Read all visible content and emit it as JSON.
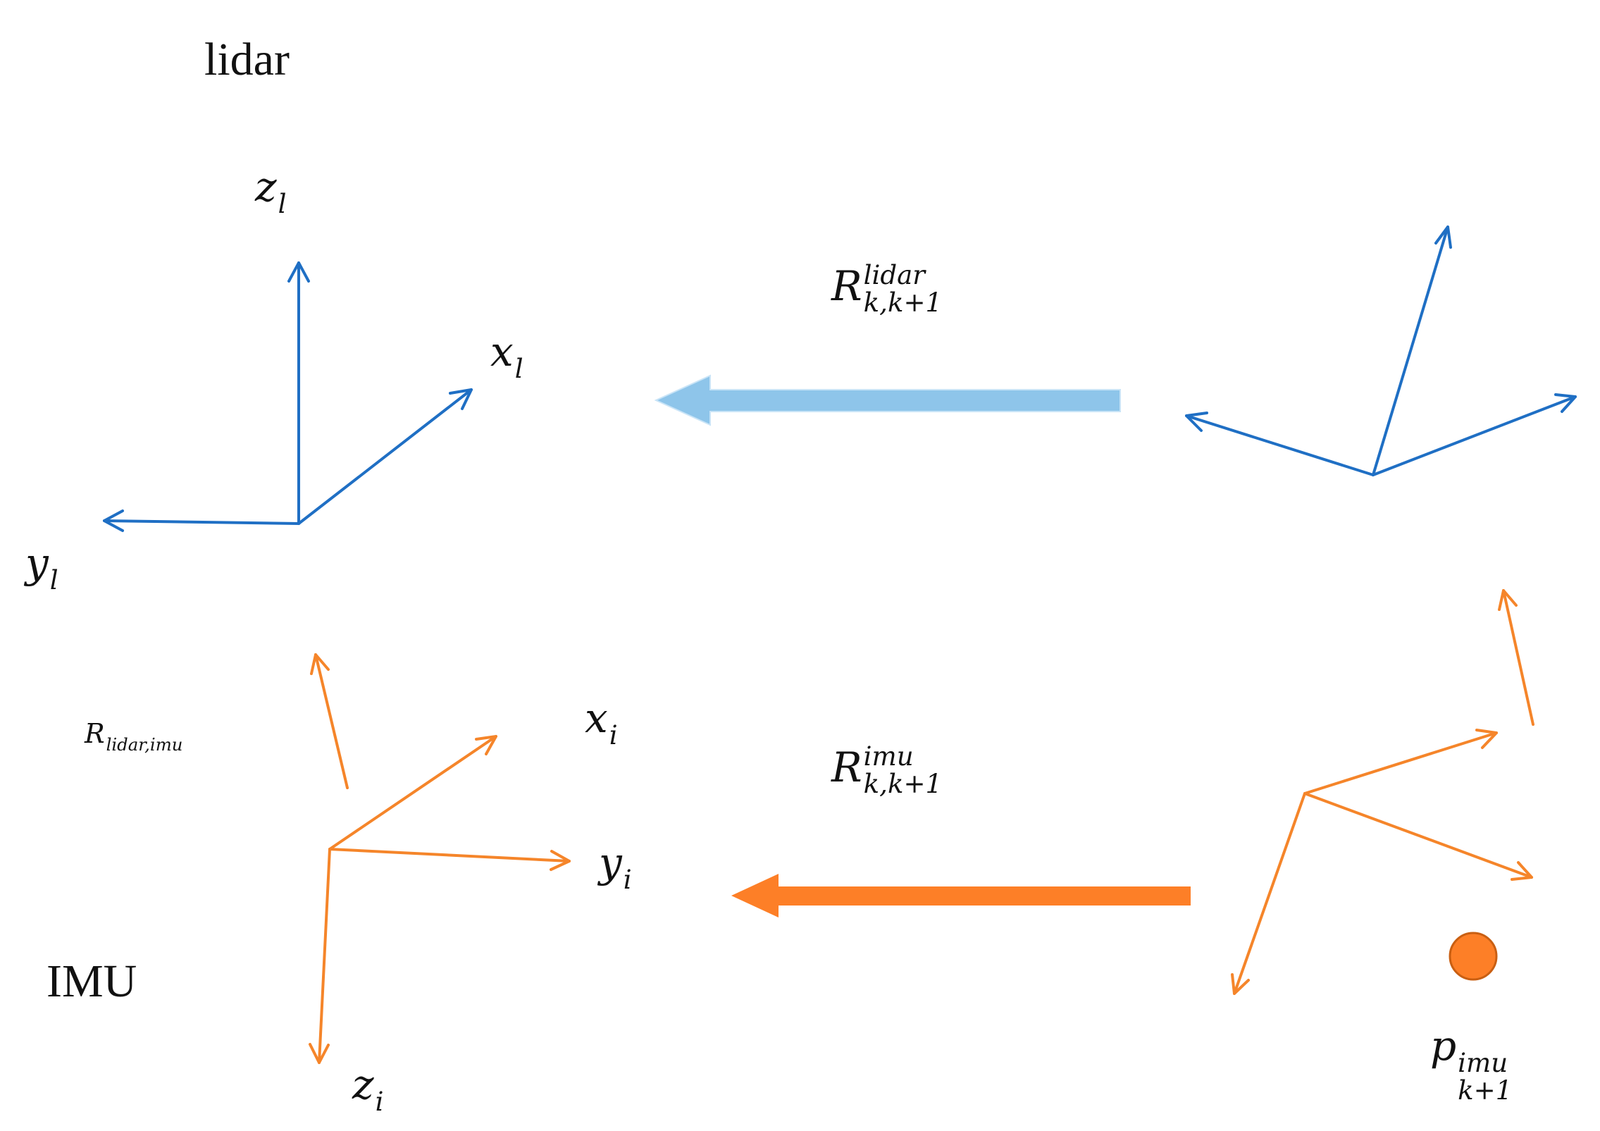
{
  "labels": {
    "lidar": "lidar",
    "imu": "IMU"
  },
  "axes": {
    "z_l": {
      "base": "z",
      "sub": "l"
    },
    "x_l": {
      "base": "x",
      "sub": "l"
    },
    "y_l": {
      "base": "y",
      "sub": "l"
    },
    "x_i": {
      "base": "x",
      "sub": "i"
    },
    "y_i": {
      "base": "y",
      "sub": "i"
    },
    "z_i": {
      "base": "z",
      "sub": "i"
    }
  },
  "transforms": {
    "r_lidar": {
      "base": "R",
      "sup": "lidar",
      "sub": "k,k+1"
    },
    "r_imu": {
      "base": "R",
      "sup": "imu",
      "sub": "k,k+1"
    },
    "r_lidar_imu": {
      "base": "R",
      "sub": "lidar,imu"
    },
    "p_imu": {
      "base": "p",
      "sup": "imu",
      "sub": "k+1"
    }
  },
  "colors": {
    "lidar_frame": "#1f6fc4",
    "lidar_arrow": "#8ec5ea",
    "imu_frame": "#f5852a",
    "imu_arrow": "#fd7f27",
    "point_fill": "#fd7f27",
    "point_stroke": "#c95f12"
  }
}
